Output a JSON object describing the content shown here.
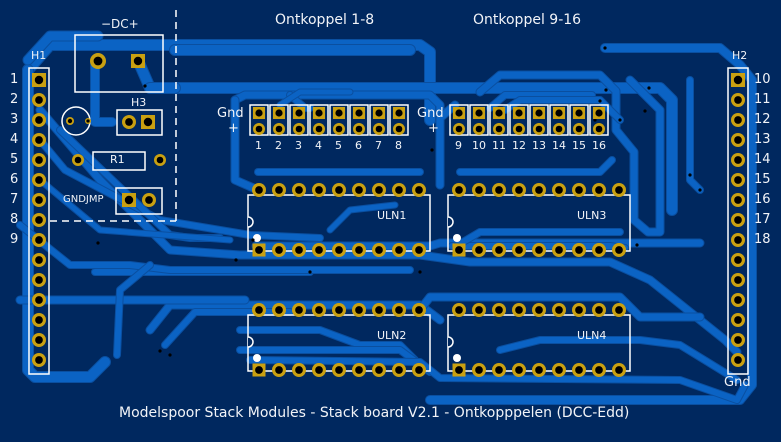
{
  "board": {
    "colors": {
      "substrate": "#00285f",
      "copper": "#0b63c4",
      "copper_edge": "#0a4fa0",
      "pad": "#c9a011",
      "silkscreen": "#ffffff",
      "hole": "#000000"
    },
    "title": "Modelspoor Stack Modules - Stack board V2.1 -  Ontkopppelen (DCC-Edd)",
    "sections": {
      "left": "Ontkoppel 1-8",
      "right": "Ontkoppel 9-16"
    }
  },
  "components": {
    "H1": {
      "ref": "H1",
      "pin_labels": [
        "1",
        "2",
        "3",
        "4",
        "5",
        "6",
        "7",
        "8",
        "9"
      ],
      "pin_count": 15
    },
    "H2": {
      "ref": "H2",
      "pin_labels": [
        "10",
        "11",
        "12",
        "13",
        "14",
        "15",
        "16",
        "17",
        "18"
      ],
      "pin_count": 15,
      "gnd_label": "Gnd"
    },
    "DC": {
      "label": "−DC+"
    },
    "H3": {
      "ref": "H3"
    },
    "R1": {
      "ref": "R1"
    },
    "GNDJMP": {
      "ref": "GNDJMP"
    },
    "J_left": {
      "gnd_label": "Gnd",
      "plus_label": "+",
      "pin_labels": [
        "1",
        "2",
        "3",
        "4",
        "5",
        "6",
        "7",
        "8"
      ]
    },
    "J_right": {
      "gnd_label": "Gnd",
      "plus_label": "+",
      "pin_labels": [
        "9",
        "10",
        "11",
        "12",
        "13",
        "14",
        "15",
        "16"
      ]
    },
    "ULN1": {
      "ref": "ULN1"
    },
    "ULN2": {
      "ref": "ULN2"
    },
    "ULN3": {
      "ref": "ULN3"
    },
    "ULN4": {
      "ref": "ULN4"
    }
  }
}
